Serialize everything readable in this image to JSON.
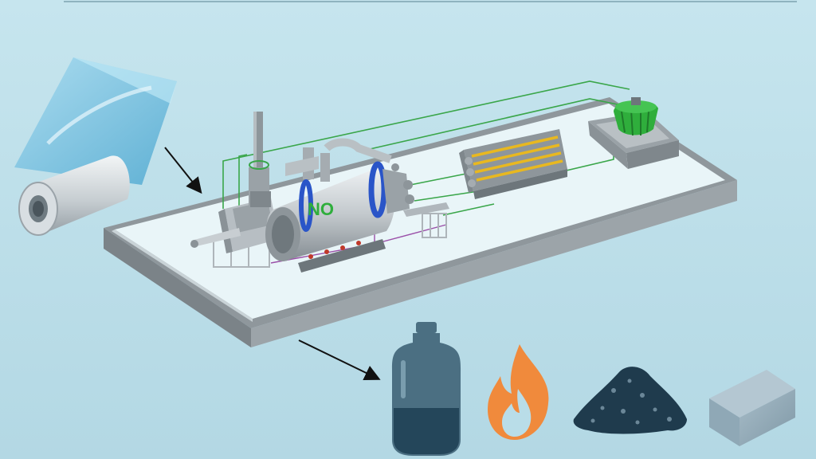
{
  "logo": {
    "letters": "NO"
  },
  "colors": {
    "background": "#b9dde8",
    "platform_top": "#e9f5f8",
    "platform_side": "#8f979c",
    "reactor_body": "#c9ced2",
    "reactor_band": "#2a55c8",
    "pipe_green": "#3aa64a",
    "cooling_tower": "#2fae3c",
    "condenser_coil": "#e8b820",
    "plastic_film": "#7ec5e3",
    "fuel_bottle": "#4b6f82",
    "fuel_liquid": "#24465a",
    "flame": "#f08a3c",
    "carbon_black": "#1f3b4d",
    "steel_wire": "#8fa8b6"
  },
  "icons": {
    "input": [
      "plastic-film-sheet-icon",
      "plastic-film-roll-icon"
    ],
    "outputs": [
      "fuel-oil-bottle-icon",
      "combustible-gas-flame-icon",
      "carbon-black-pile-icon",
      "steel-block-icon"
    ]
  },
  "flow_arrows": [
    "input-arrow",
    "output-arrow"
  ]
}
